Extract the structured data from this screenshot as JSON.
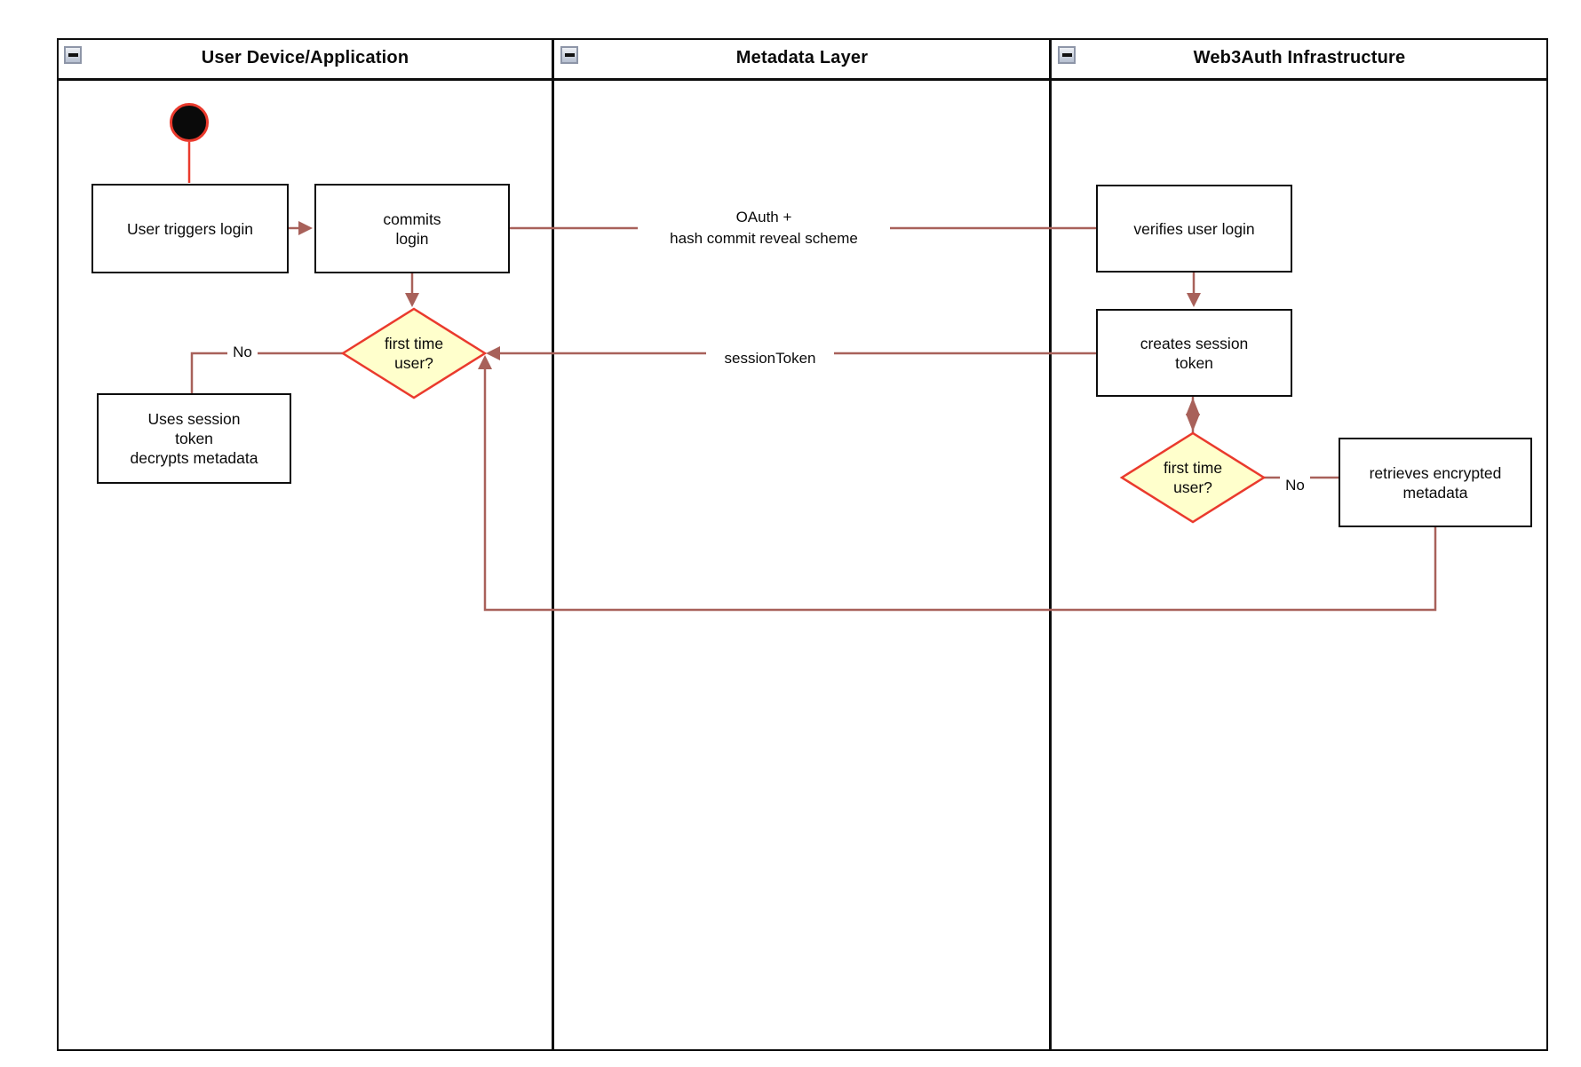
{
  "colors": {
    "decision_fill": "#ffffcc",
    "decision_stroke": "#ea3a2d",
    "start_fill": "#0a0a0a",
    "start_stroke": "#ea3a2d",
    "connector": "#a8615a",
    "node_border": "#0d0d0d",
    "collapse_icon_bg": "#c5cedd",
    "collapse_icon_border": "#8e96a8"
  },
  "lanes": [
    {
      "title": "User Device/Application"
    },
    {
      "title": "Metadata Layer"
    },
    {
      "title": "Web3Auth Infrastructure"
    }
  ],
  "nodes": {
    "user_triggers_login": {
      "lines": [
        "User triggers login"
      ]
    },
    "commits_login": {
      "lines": [
        "commits",
        "login"
      ]
    },
    "verifies_user_login": {
      "lines": [
        "verifies user login"
      ]
    },
    "creates_session_token": {
      "lines": [
        "creates session",
        "token"
      ]
    },
    "uses_session_token": {
      "lines": [
        "Uses session",
        "token",
        "decrypts metadata"
      ]
    },
    "retrieves_encrypted_metadata": {
      "lines": [
        "retrieves encrypted",
        "metadata"
      ]
    },
    "decision_first_time_user_device": {
      "lines": [
        "first time",
        "user?"
      ]
    },
    "decision_first_time_web3auth": {
      "lines": [
        "first time",
        "user?"
      ]
    }
  },
  "edge_labels": {
    "oauth_line1": "OAuth +",
    "oauth_line2": "hash commit reveal scheme",
    "session_token": "sessionToken",
    "no_device": "No",
    "no_web3auth": "No"
  }
}
